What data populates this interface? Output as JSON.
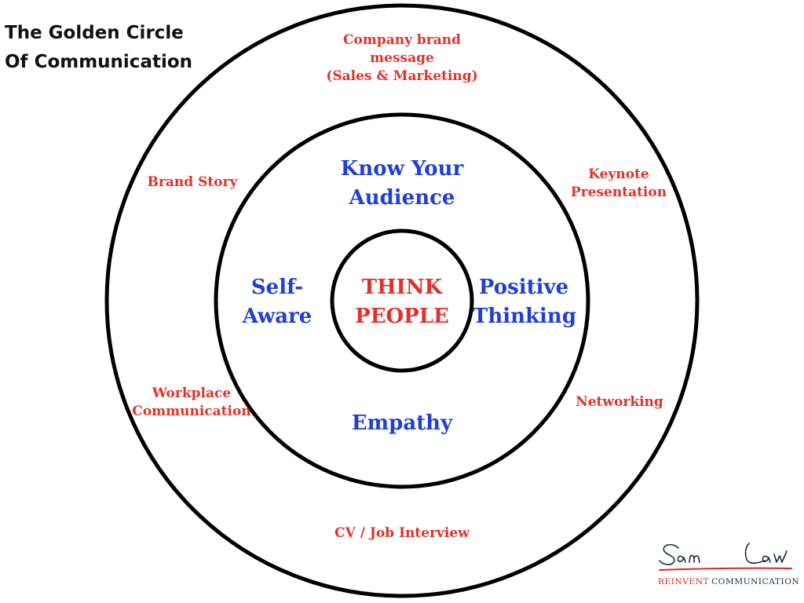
{
  "title": {
    "line1": "The Golden Circle",
    "line2": "Of Communication"
  },
  "core": {
    "line1": "THINK",
    "line2": "PEOPLE"
  },
  "middle_ring": {
    "top": [
      "Know Your",
      "Audience"
    ],
    "left": [
      "Self-",
      "Aware"
    ],
    "right": [
      "Positive",
      "Thinking"
    ],
    "bottom": [
      "Empathy"
    ]
  },
  "outer_ring": {
    "top": [
      "Company brand",
      "message",
      "(Sales & Marketing)"
    ],
    "upper_left": [
      "Brand Story"
    ],
    "upper_right": [
      "Keynote",
      "Presentation"
    ],
    "lower_left": [
      "Workplace",
      "Communication"
    ],
    "lower_right": [
      "Networking"
    ],
    "bottom": [
      "CV / Job Interview"
    ]
  },
  "signature": {
    "name": "Sam Law",
    "tagline_part1": "REINVENT",
    "tagline_part2": "COMMUNICATION"
  },
  "colors": {
    "outer_text": "#e0322a",
    "middle_text": "#1f3fd6",
    "core_text": "#e0322a",
    "circle_stroke": "#000000"
  }
}
